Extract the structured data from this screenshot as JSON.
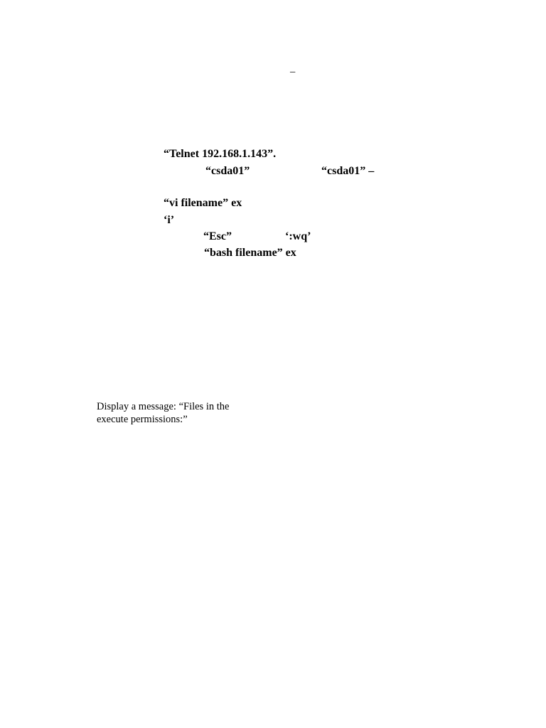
{
  "page": {
    "header_dash": "–",
    "instructions": {
      "telnet": "“Telnet 192.168.1.143”.",
      "login_user": "“csda01”",
      "login_password": "“csda01” –",
      "vi_command": "“vi filename” ex",
      "insert_key": "‘i’",
      "escape_key": "“Esc”",
      "save_quit": "‘:wq’",
      "bash_command": "“bash filename” ex"
    },
    "task": {
      "line1": "Display a message: “Files in the",
      "line2": "execute permissions:”"
    }
  }
}
